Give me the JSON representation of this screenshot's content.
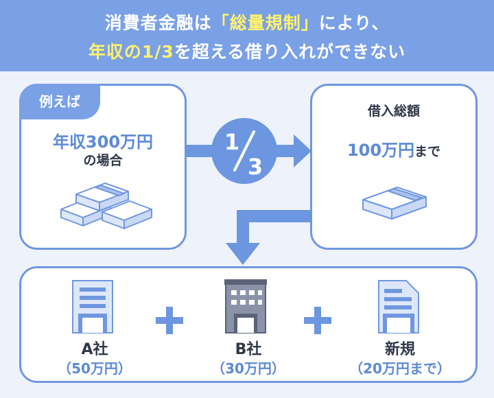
{
  "header": {
    "line1_prefix": "消費者金融は",
    "line1_highlight": "「総量規制」",
    "line1_suffix": "により、",
    "line2_highlight": "年収の1/3",
    "line2_suffix": "を超える借り入れができない"
  },
  "example": {
    "tag": "例えば",
    "income": "年収300万円",
    "case": "の場合"
  },
  "ratio": {
    "numerator": "1",
    "denominator": "3"
  },
  "borrowing": {
    "title": "借入総額",
    "amount": "100万円",
    "suffix": "まで"
  },
  "companies": [
    {
      "name": "A社",
      "amount": "（50万円）"
    },
    {
      "name": "B社",
      "amount": "（30万円）"
    },
    {
      "name": "新規",
      "amount": "（20万円まで）"
    }
  ],
  "colors": {
    "header_bg": "#7aa0e6",
    "highlight": "#fff36b",
    "accent": "#6f97e0",
    "page_bg": "#eef2fb"
  }
}
